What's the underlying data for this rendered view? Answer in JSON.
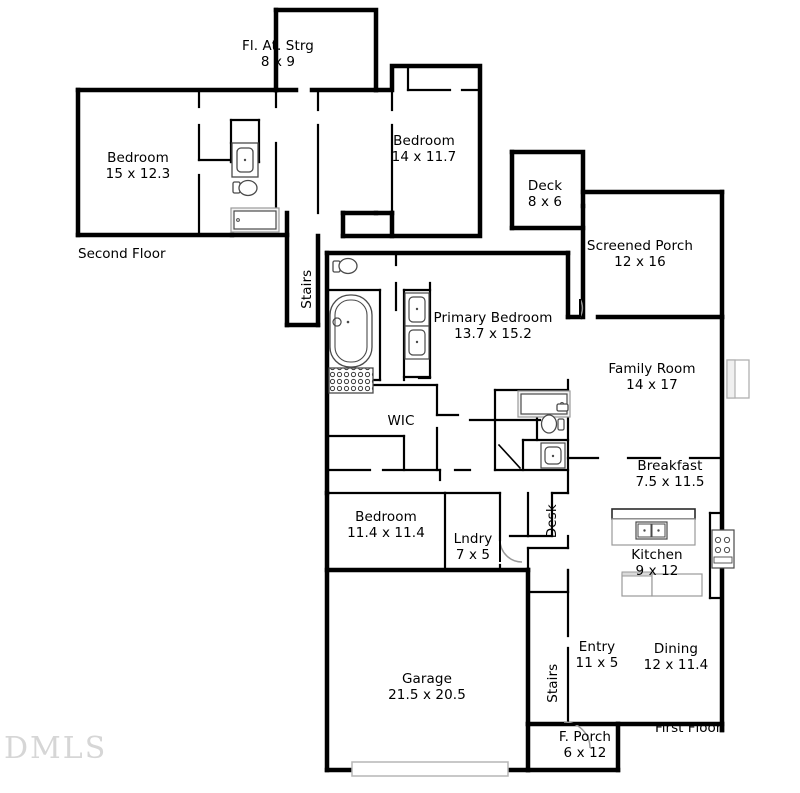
{
  "document": {
    "type": "real-estate-floor-plan",
    "watermark": "DMLS"
  },
  "floors": [
    {
      "id": "second",
      "label": "Second Floor"
    },
    {
      "id": "first",
      "label": "First Floor"
    }
  ],
  "rooms": [
    {
      "id": "fl-at-strg",
      "name": "Fl. At. Strg",
      "dims": "8 x 9",
      "floor": "second"
    },
    {
      "id": "bedroom-15",
      "name": "Bedroom",
      "dims": "15 x 12.3",
      "floor": "second"
    },
    {
      "id": "bedroom-14",
      "name": "Bedroom",
      "dims": "14 x 11.7",
      "floor": "second"
    },
    {
      "id": "stairs-second",
      "name": "Stairs",
      "dims": "",
      "floor": "second"
    },
    {
      "id": "deck",
      "name": "Deck",
      "dims": "8 x 6",
      "floor": "first"
    },
    {
      "id": "screened-porch",
      "name": "Screened Porch",
      "dims": "12 x 16",
      "floor": "first"
    },
    {
      "id": "primary-bedroom",
      "name": "Primary Bedroom",
      "dims": "13.7 x 15.2",
      "floor": "first"
    },
    {
      "id": "family-room",
      "name": "Family Room",
      "dims": "14 x 17",
      "floor": "first"
    },
    {
      "id": "wic",
      "name": "WIC",
      "dims": "",
      "floor": "first"
    },
    {
      "id": "breakfast",
      "name": "Breakfast",
      "dims": "7.5 x 11.5",
      "floor": "first"
    },
    {
      "id": "bedroom-11",
      "name": "Bedroom",
      "dims": "11.4 x 11.4",
      "floor": "first"
    },
    {
      "id": "lndry",
      "name": "Lndry",
      "dims": "7 x 5",
      "floor": "first"
    },
    {
      "id": "desk",
      "name": "Desk",
      "dims": "",
      "floor": "first"
    },
    {
      "id": "kitchen",
      "name": "Kitchen",
      "dims": "9 x 12",
      "floor": "first"
    },
    {
      "id": "entry",
      "name": "Entry",
      "dims": "11 x 5",
      "floor": "first"
    },
    {
      "id": "dining",
      "name": "Dining",
      "dims": "12 x 11.4",
      "floor": "first"
    },
    {
      "id": "stairs-first",
      "name": "Stairs",
      "dims": "",
      "floor": "first"
    },
    {
      "id": "garage",
      "name": "Garage",
      "dims": "21.5 x 20.5",
      "floor": "first"
    },
    {
      "id": "front-porch",
      "name": "F. Porch",
      "dims": "6 x 12",
      "floor": "first"
    }
  ],
  "fixtures": [
    {
      "id": "sink-2f",
      "name": "sink-icon"
    },
    {
      "id": "toilet-2f",
      "name": "toilet-icon"
    },
    {
      "id": "tub-2f",
      "name": "bathtub-icon"
    },
    {
      "id": "toilet-pb",
      "name": "toilet-icon"
    },
    {
      "id": "tub-pb",
      "name": "soaking-tub-icon"
    },
    {
      "id": "shower-pb",
      "name": "shower-icon"
    },
    {
      "id": "vanity-1-pb",
      "name": "sink-icon"
    },
    {
      "id": "vanity-2-pb",
      "name": "sink-icon"
    },
    {
      "id": "tub-hall",
      "name": "bathtub-icon"
    },
    {
      "id": "toilet-hall",
      "name": "toilet-icon"
    },
    {
      "id": "sink-hall",
      "name": "sink-icon"
    },
    {
      "id": "kitchen-island-sink",
      "name": "double-sink-icon"
    },
    {
      "id": "range",
      "name": "range-icon"
    },
    {
      "id": "fireplace",
      "name": "fireplace-icon"
    },
    {
      "id": "garage-door",
      "name": "garage-door-icon"
    }
  ],
  "colors": {
    "wall": "#000000",
    "interior_wall": "#000000",
    "fixture_stroke": "#555555",
    "fixture_fill": "#ffffff",
    "background": "#ffffff",
    "watermark": "#cfcfcf"
  }
}
